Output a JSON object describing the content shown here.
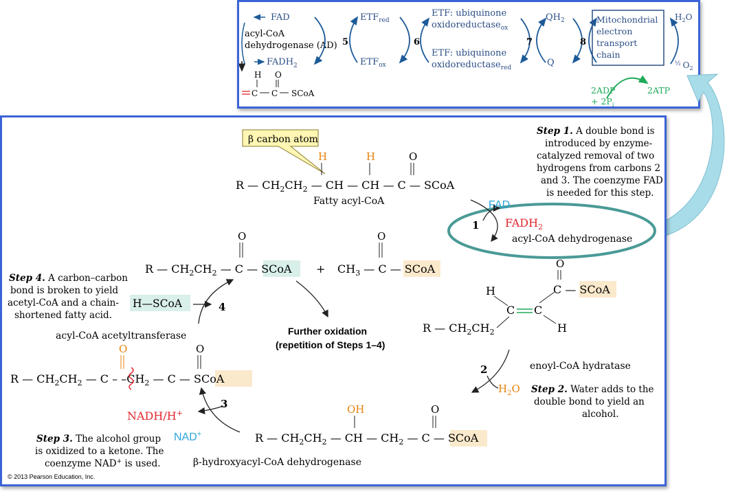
{
  "colors": {
    "frame": "#3b63d6",
    "fad": "#2aa4d8",
    "fadh2": "#e0262e",
    "orange": "#e8820c",
    "green": "#1faa5a",
    "highlight": "#fbe9cc",
    "teal_highlight": "#d9efe9",
    "ellipse": "#4a9a96",
    "arrow_cyan": "#a8dce8",
    "callout_fill": "#fff6b3",
    "etc_text": "#2c4f86"
  },
  "top_panel": {
    "fad": "FAD",
    "ad_line1": "acyl-CoA",
    "ad_line2": "dehydrogenase (AD)",
    "fadh2": "FADH",
    "fadh2_sub": "2",
    "step5": "5",
    "etf_red": "ETF",
    "etf_red_sub": "red",
    "etf_ox": "ETF",
    "etf_ox_sub": "ox",
    "step6": "6",
    "ubq_ox_line1": "ETF: ubiquinone",
    "ubq_ox_line2": "oxidoreductase",
    "ubq_ox_sub": "ox",
    "ubq_red_line1": "ETF: ubiquinone",
    "ubq_red_line2": "oxidoreductase",
    "ubq_red_sub": "red",
    "step7": "7",
    "qh2": "QH",
    "qh2_sub": "2",
    "q": "Q",
    "step8": "8",
    "mito_line1": "Mitochondrial",
    "mito_line2": "electron",
    "mito_line3": "transport",
    "mito_line4": "chain",
    "h2o": "H",
    "h2o_sub": "2",
    "h2o_o": "O",
    "half_o2": "O",
    "half_o2_sub": "2",
    "adp_line1": "2ADP",
    "adp_line2": "+ 2P",
    "adp_sub": "i",
    "atp": "2ATP",
    "frag_h": "H",
    "frag_o": "O",
    "frag_c1": "C",
    "frag_c2": "C",
    "frag_scoa": "SCoA"
  },
  "main_panel": {
    "callout": "β carbon atom",
    "fatty_acyl_chain": "R—CH",
    "fatty_acyl_label": "Fatty acyl-CoA",
    "scoa": "SCoA",
    "h_orange": "H",
    "o": "O",
    "step1_num": "1",
    "fad": "FAD",
    "fadh2": "FADH",
    "fadh2_sub": "2",
    "enzyme1": "acyl-CoA dehydrogenase",
    "step1_title": "Step 1.",
    "step1_line1": "A double bond is",
    "step1_line2": "introduced by enzyme-",
    "step1_line3": "catalyzed removal of two",
    "step1_line4": "hydrogens from carbons 2",
    "step1_line5": "and 3. The coenzyme FAD",
    "step1_line6": "is needed for this step.",
    "enoyl_h": "H",
    "enoyl_c": "C",
    "enoyl_r": "R—CH",
    "step2_num": "2",
    "h2o": "H",
    "h2o_sub": "2",
    "h2o_o": "O",
    "enzyme2": "enoyl-CoA hydratase",
    "step2_title": "Step 2.",
    "step2_line1": "Water adds to the",
    "step2_line2": "double bond to yield an",
    "step2_line3": "alcohol.",
    "oh": "OH",
    "ch": "CH",
    "step3_num": "3",
    "nadh": "NADH/H",
    "nad": "NAD",
    "plus": "+",
    "enzyme3": "β-hydroxyacyl-CoA dehydrogenase",
    "step3_title": "Step 3.",
    "step3_line1": "The alcohol group",
    "step3_line2": "is oxidized to a ketone. The",
    "step3_line3": "coenzyme NAD",
    "step3_line3b": "is used.",
    "copyright": "© 2013 Pearson Education, Inc.",
    "enzyme4": "acyl-CoA acetyltransferase",
    "hscoa": "H—SCoA",
    "step4_num": "4",
    "step4_title": "Step 4.",
    "step4_line1": "A carbon–carbon",
    "step4_line2": "bond is broken to yield",
    "step4_line3": "acetyl-CoA and a chain-",
    "step4_line4": "shortened fatty acid.",
    "ch3": "CH",
    "ch3_sub": "3",
    "further_line1": "Further oxidation",
    "further_line2": "(repetition of Steps 1–4)"
  }
}
